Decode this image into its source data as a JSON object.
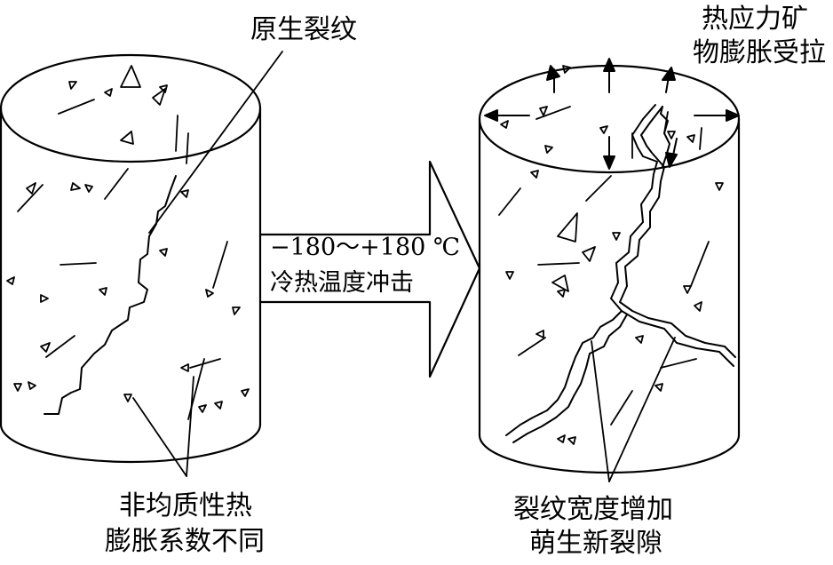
{
  "labels": {
    "primary_crack": "原生裂纹",
    "thermal_stress_line1": "热应力矿",
    "thermal_stress_line2": "物膨胀受拉",
    "temperature_range": "−180～+180 ℃",
    "thermal_shock": "冷热温度冲击",
    "heterogeneous_line1": "非均质性热",
    "heterogeneous_line2": "膨胀系数不同",
    "crack_growth_line1": "裂纹宽度增加",
    "crack_growth_line2": "萌生新裂隙"
  }
}
